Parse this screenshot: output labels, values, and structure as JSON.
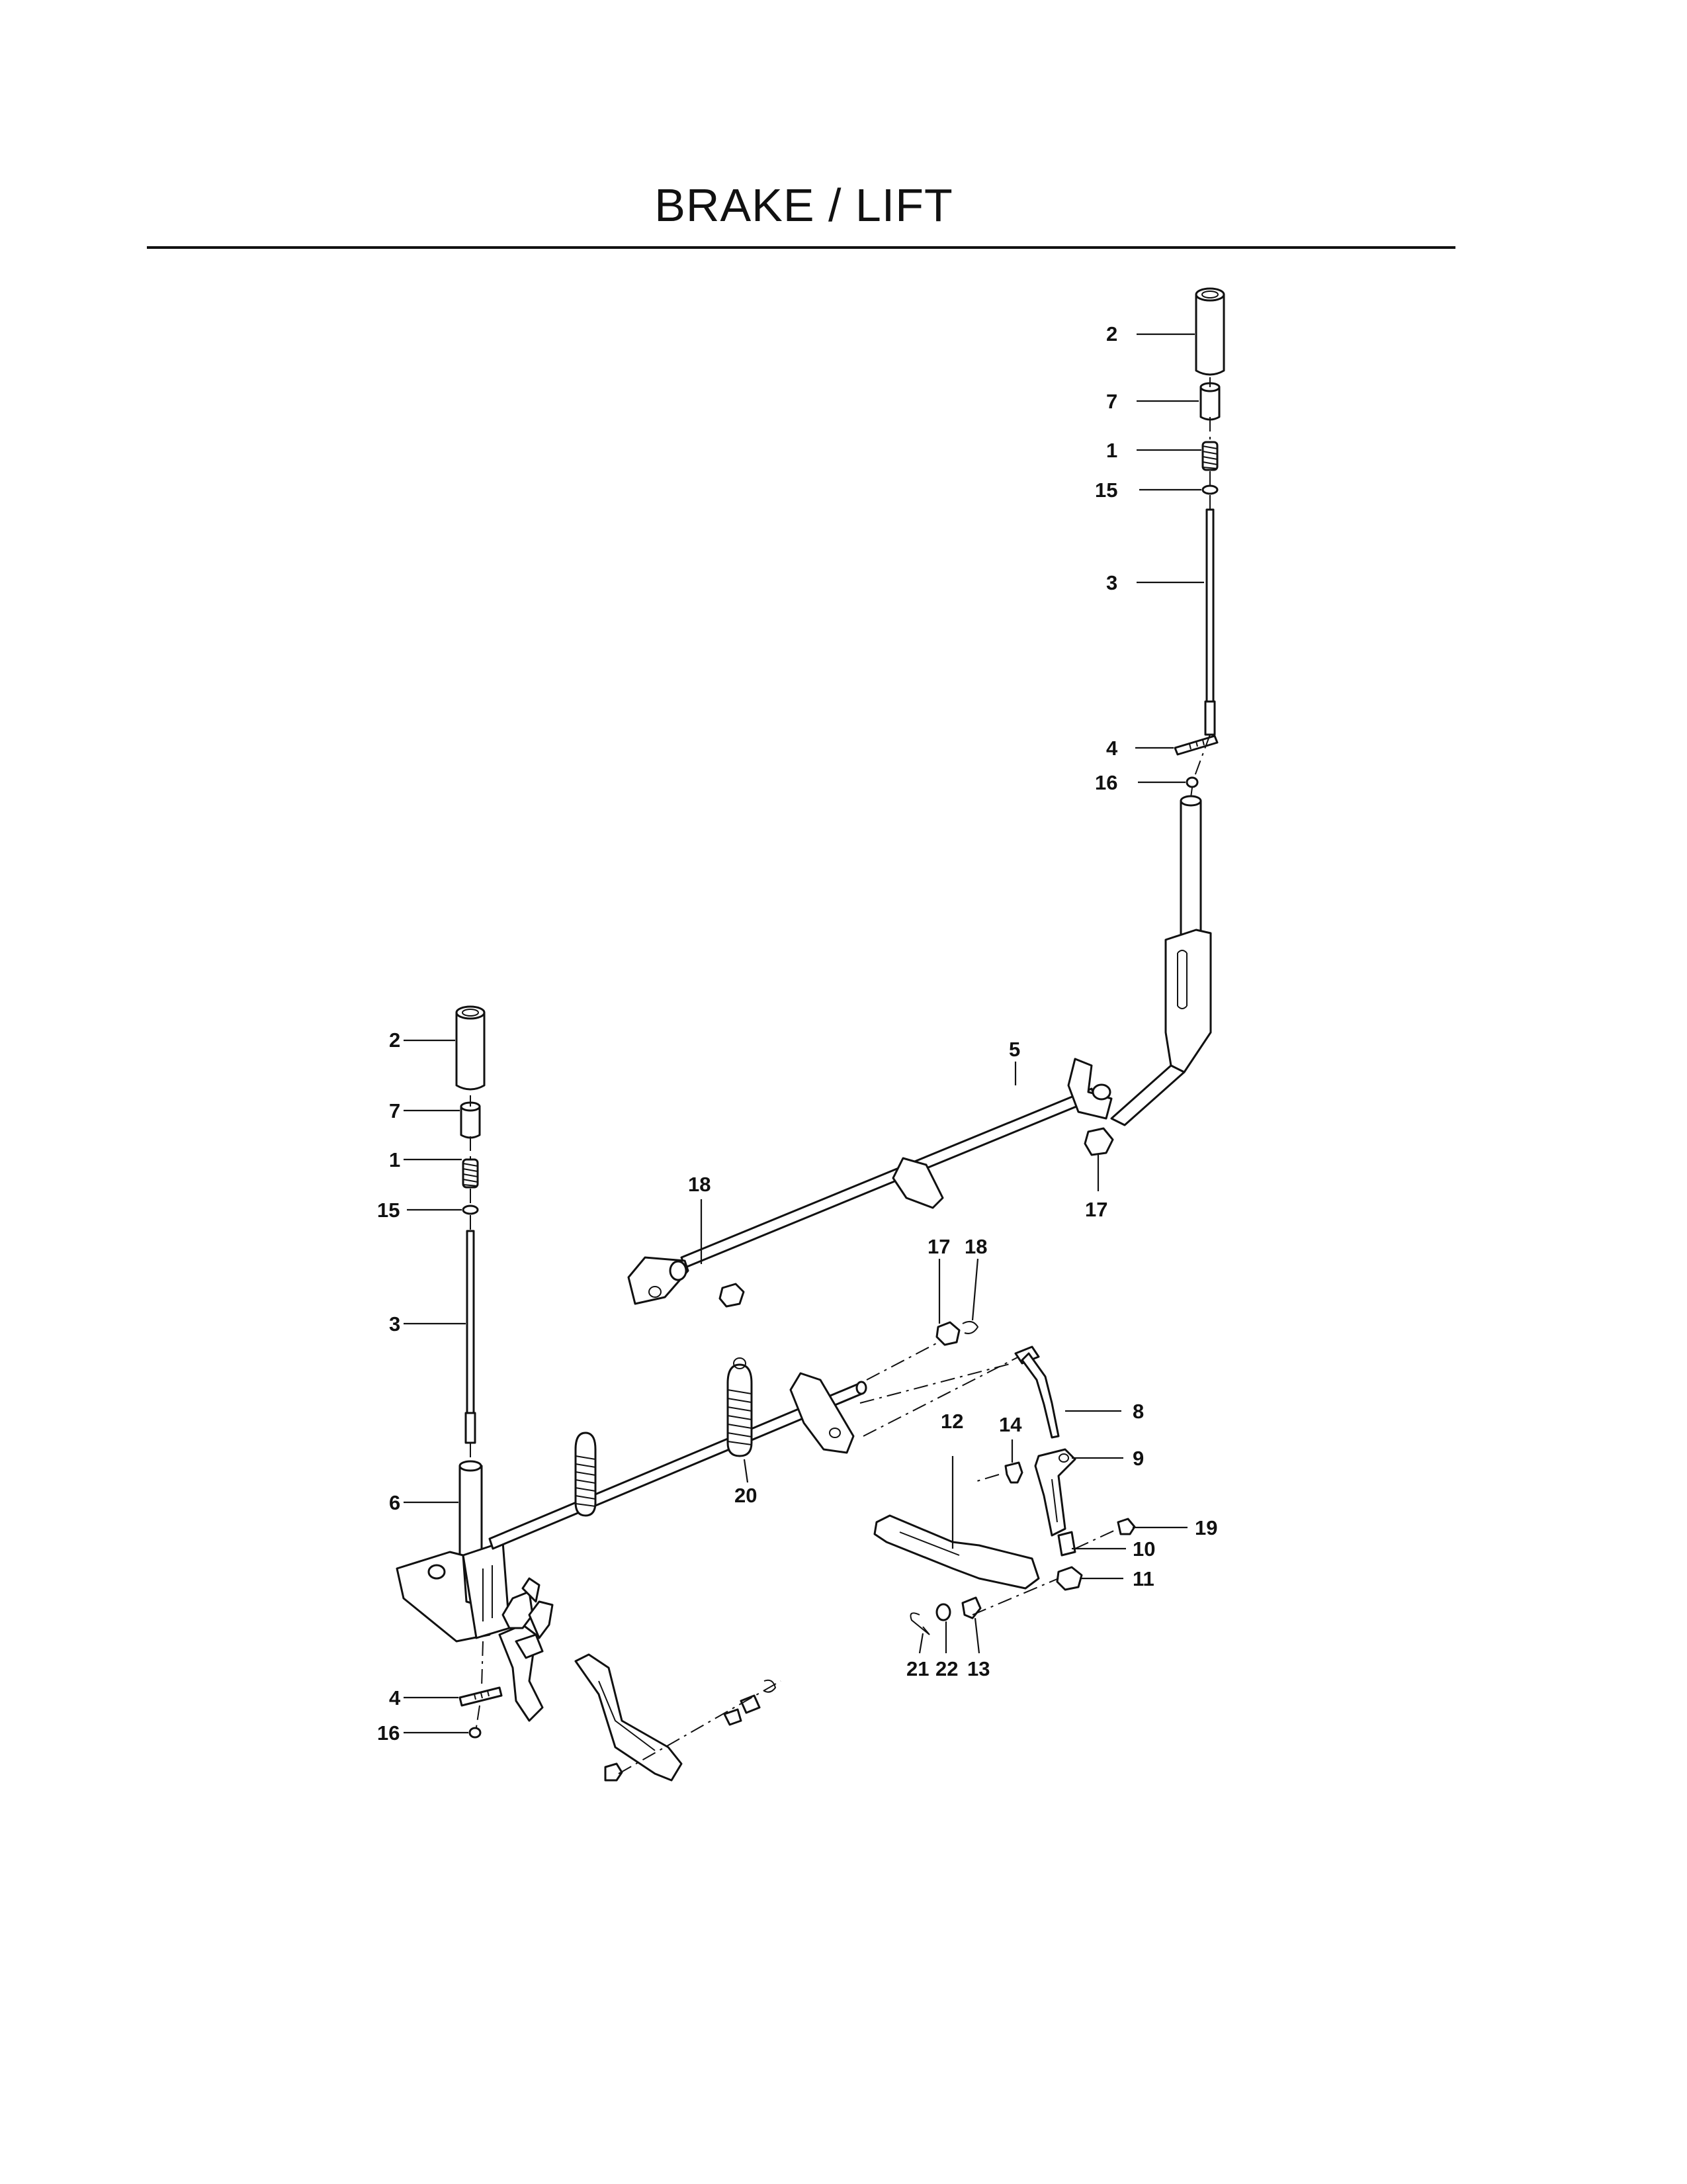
{
  "page": {
    "title": "BRAKE / LIFT"
  },
  "diagram": {
    "callouts": {
      "r_2": "2",
      "r_7": "7",
      "r_1": "1",
      "r_15": "15",
      "r_3": "3",
      "r_4": "4",
      "r_16": "16",
      "r_5": "5",
      "r_17": "17",
      "m_18": "18",
      "l_2": "2",
      "l_7": "7",
      "l_1": "1",
      "l_15": "15",
      "l_3": "3",
      "l_6": "6",
      "l_4": "4",
      "l_16": "16",
      "c_17": "17",
      "c_18": "18",
      "c_20": "20",
      "c_12": "12",
      "c_14": "14",
      "c_8": "8",
      "c_9": "9",
      "c_19": "19",
      "c_10": "10",
      "c_11": "11",
      "c_21": "21",
      "c_22": "22",
      "c_13": "13"
    }
  }
}
